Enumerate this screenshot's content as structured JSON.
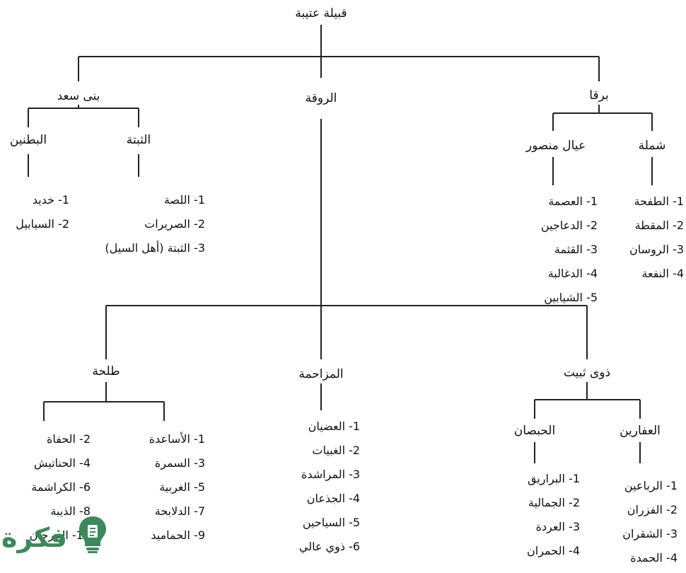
{
  "root": "قبيلة عتيبة",
  "branches": {
    "bani_saad": "بنى سعد",
    "rouqa": "الروقة",
    "barqa": "برقا"
  },
  "bani_saad": {
    "thubta": "الثبتة",
    "batnain": "البطنين",
    "thubta_items": [
      "1- اللصة",
      "2- الصريرات",
      "3- الثبتة (أهل السيل)"
    ],
    "batnain_items": [
      "1- خديد",
      "2- السيابيل"
    ]
  },
  "barqa": {
    "shamla": "شملة",
    "ayal_mansour": "عيال منصور",
    "shamla_items": [
      "1- الطفحة",
      "2- المقطة",
      "3- الروسان",
      "4- النفعة"
    ],
    "ayal_mansour_items": [
      "1- العصمة",
      "2- الدعاجين",
      "3- القثمة",
      "4- الدغالبة",
      "5- الشيابين"
    ]
  },
  "rouqa": {
    "thawi_thubait": "ذوى ثبيت",
    "mazahma": "المزاحمة",
    "talha": "طلحة",
    "mazahma_items": [
      "1- العضيان",
      "2- الغبيات",
      "3- المراشدة",
      "4- الجذعان",
      "5- السياحين",
      "6- ذوي عالي"
    ],
    "talha_items_right": [
      "1- الأساعدة",
      "3- السمرة",
      "5- الغربية",
      "7- الدلابحة",
      "9- الحماميد"
    ],
    "talha_items_left": [
      "2- الحفاة",
      "4- الحناتيش",
      "6- الكراشمة",
      "8- الذيبة",
      "10- الحرجان"
    ]
  },
  "thawi_thubait": {
    "afareen": "العفارين",
    "hubsan": "الحبصان",
    "afareen_items": [
      "1- الرباعين",
      "2- الفزران",
      "3- الشقران",
      "4- الحمدة"
    ],
    "hubsan_items": [
      "1- البراريق",
      "2- الجمالية",
      "3- العردة",
      "4- الحمران"
    ]
  },
  "watermark": "فكرة"
}
